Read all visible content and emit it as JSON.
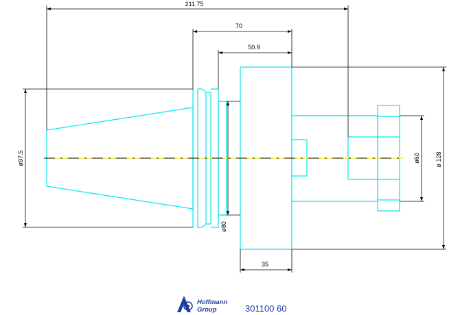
{
  "dimensions": {
    "overall_length": "211.75",
    "flange_to_end": "70",
    "collar_to_end": "50.9",
    "flange_width": "35",
    "taper_diameter": "ø97.5",
    "collar_diameter": "ø80",
    "spigot_diameter": "ø60",
    "flange_diameter": "ø 128"
  },
  "logo": {
    "brand_line1": "Hoffmann",
    "brand_line2": "Group"
  },
  "part_number": "301100 60",
  "colors": {
    "outline": "#00e5ee",
    "dimension_lines": "#000000",
    "centerline_yellow": "#ffee00",
    "centerline_dash": "#000000",
    "brand": "#1a3ea0"
  }
}
